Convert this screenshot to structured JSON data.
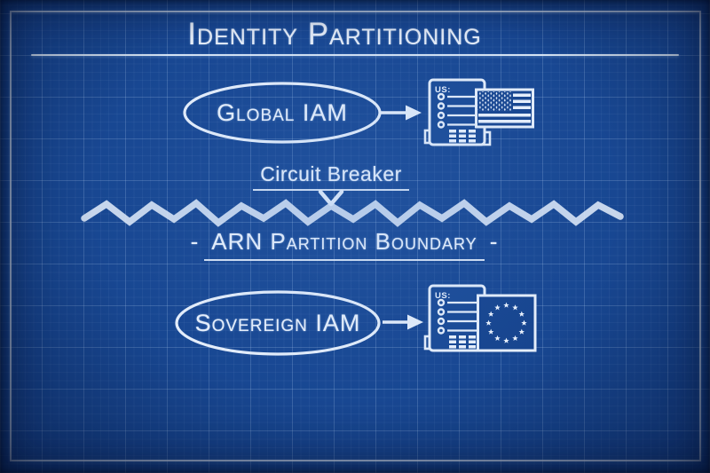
{
  "title": {
    "text": "Identity Partitioning"
  },
  "nodes": {
    "global": {
      "label": "Global IAM"
    },
    "sovereign": {
      "label": "Sovereign IAM"
    }
  },
  "breaker": {
    "label": "Circuit Breaker"
  },
  "boundary": {
    "dash": "-",
    "label": "ARN Partition Boundary"
  },
  "docs": {
    "global": {
      "header": "US:",
      "flag_icon": "us-flag-icon"
    },
    "sovereign": {
      "header": "US:",
      "flag_icon": "eu-flag-icon"
    }
  },
  "icons": {
    "breaker_pointer": "chevron-down-icon",
    "zigzag": "partition-boundary-zigzag",
    "arrow": "right-arrow-icon"
  },
  "colors": {
    "background": "#184792",
    "grid_line": "#bed7f5",
    "ink": "#e9f1fc",
    "flag_fill": "#17458f"
  }
}
